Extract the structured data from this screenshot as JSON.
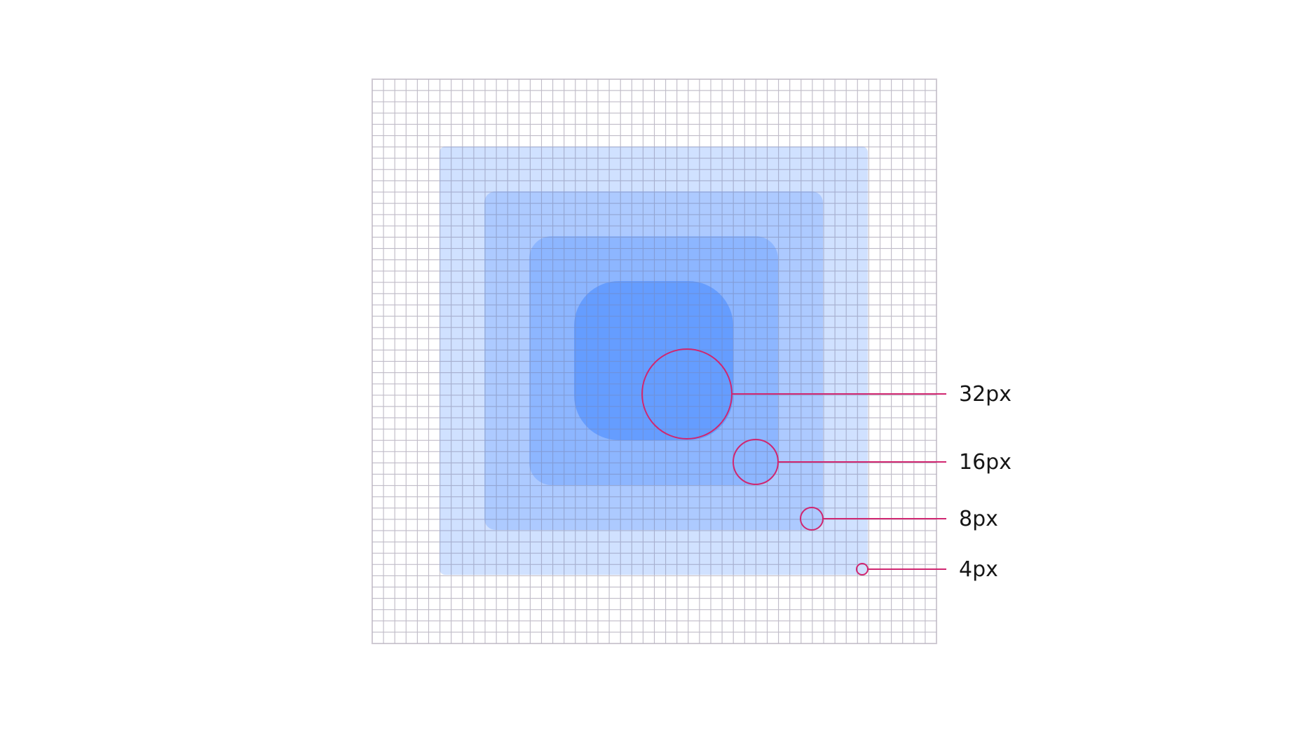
{
  "colors": {
    "background": "#ffffff",
    "grid_line": "#dcd8df",
    "grid_border": "#cfcad3",
    "layer_1": "#d0e0fd",
    "layer_2": "#a4c3fc",
    "layer_3": "#7ba8fa",
    "layer_4": "#4589ff",
    "annotation": "#d02670",
    "label_text": "#161616"
  },
  "annotations": [
    {
      "label": "32px"
    },
    {
      "label": "16px"
    },
    {
      "label": "8px"
    },
    {
      "label": "4px"
    }
  ]
}
